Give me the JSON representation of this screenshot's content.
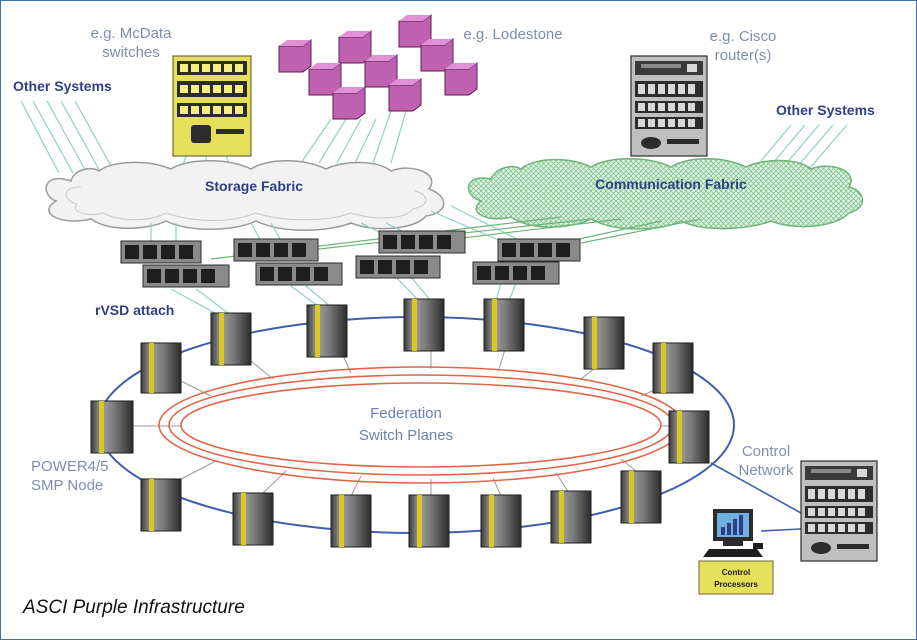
{
  "caption": "ASCI Purple Infrastructure",
  "labels": {
    "mcdata": [
      "e.g. McData",
      "switches"
    ],
    "lodestone": "e.g. Lodestone",
    "cisco": [
      "e.g. Cisco",
      "router(s)"
    ],
    "other_systems_left": "Other Systems",
    "other_systems_right": "Other Systems",
    "storage_fabric": "Storage Fabric",
    "communication_fabric": "Communication Fabric",
    "rvsd_attach": "rVSD attach",
    "federation": [
      "Federation",
      "Switch Planes"
    ],
    "smp_node": [
      "POWER4/5",
      "SMP Node"
    ],
    "control_network": [
      "Control",
      "Network"
    ],
    "control_processors": [
      "Control",
      "Processors"
    ]
  },
  "colors": {
    "frame_border": "#3f6fb0",
    "storage_cloud": "#f2f2f2",
    "comm_cloud": "#d6f0da",
    "ring": "#3d5fae",
    "federation_ring": "#e0664a",
    "fabric_lines": "#8ecfc9",
    "disk_box": "#c060b0",
    "switch_cabinet": "#e6df5a",
    "node_stripe": "#d9c820"
  }
}
